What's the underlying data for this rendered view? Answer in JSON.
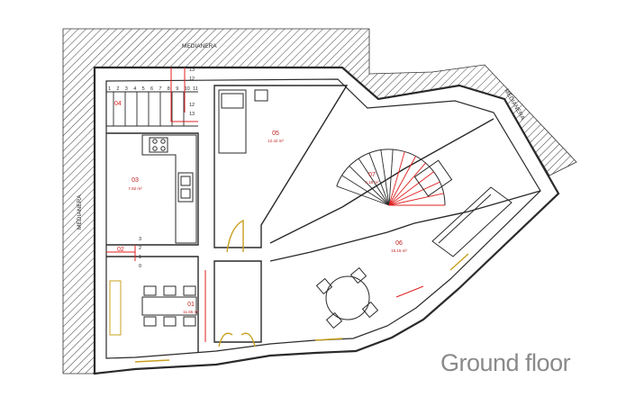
{
  "caption": "Ground floor",
  "party_wall_labels": {
    "top": "MEDIANERA",
    "left": "MEDIANERA",
    "right": "MEDIANERA"
  },
  "rooms": [
    {
      "id": "02",
      "area": ""
    },
    {
      "id": "03",
      "area": "7.92 m²"
    },
    {
      "id": "04",
      "area": ""
    },
    {
      "id": "05",
      "area": "12.42 m²"
    },
    {
      "id": "06",
      "area": "15.15 m²"
    },
    {
      "id": "07",
      "area": "4.18 m²"
    },
    {
      "id": "01",
      "area": "11.65 m²"
    }
  ],
  "stair_steps_left": [
    "1",
    "2",
    "3",
    "4",
    "5",
    "6",
    "7",
    "8",
    "9",
    "10",
    "11"
  ],
  "stair_steps_right": [
    "12",
    "13"
  ],
  "stair_steps_right_top": [
    "13",
    "12"
  ],
  "stair_small_steps": [
    "3",
    "2",
    "1",
    "0"
  ],
  "colors": {
    "wall": "#2a2a2a",
    "hatch": "#444444",
    "annotation": "#e02020",
    "door": "#c8a020"
  }
}
